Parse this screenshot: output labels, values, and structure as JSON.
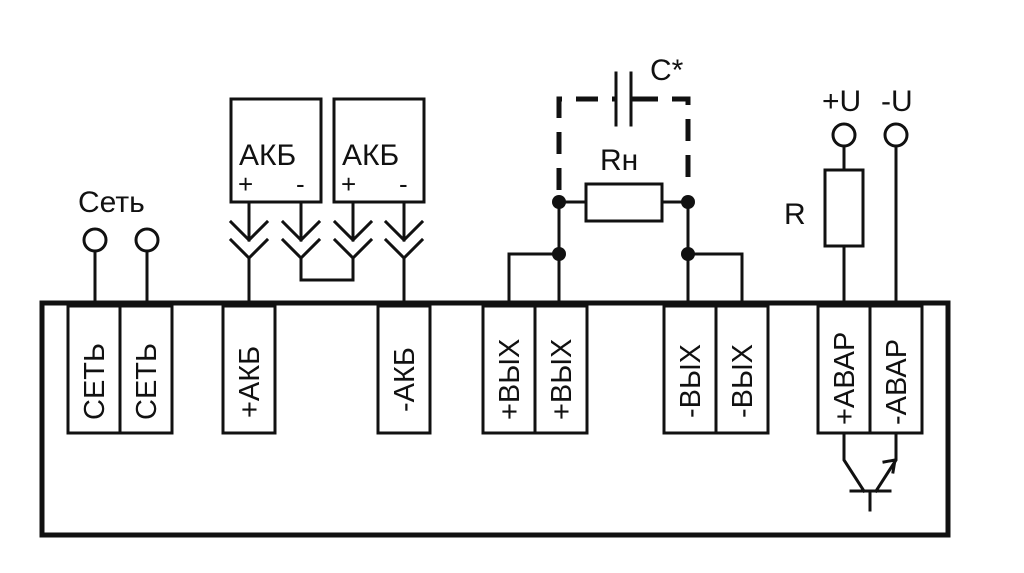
{
  "diagram": {
    "type": "wiring-diagram",
    "labels": {
      "mains": "Сеть",
      "battery_1": "АКБ",
      "battery_2": "АКБ",
      "battery_plus": "+",
      "battery_minus": "-",
      "capacitor": "C*",
      "load_resistor": "Rн",
      "resistor": "R",
      "plus_u": "+U",
      "minus_u": "-U"
    },
    "terminals": [
      {
        "id": "mains-1",
        "label": "СЕТЬ"
      },
      {
        "id": "mains-2",
        "label": "СЕТЬ"
      },
      {
        "id": "battery-plus",
        "label": "+АКБ"
      },
      {
        "id": "battery-minus",
        "label": "-АКБ"
      },
      {
        "id": "out-plus-1",
        "label": "+ВЫХ"
      },
      {
        "id": "out-plus-2",
        "label": "+ВЫХ"
      },
      {
        "id": "out-minus-1",
        "label": "-ВЫХ"
      },
      {
        "id": "out-minus-2",
        "label": "-ВЫХ"
      },
      {
        "id": "alarm-plus",
        "label": "+АВАР"
      },
      {
        "id": "alarm-minus",
        "label": "-АВАР"
      }
    ]
  }
}
